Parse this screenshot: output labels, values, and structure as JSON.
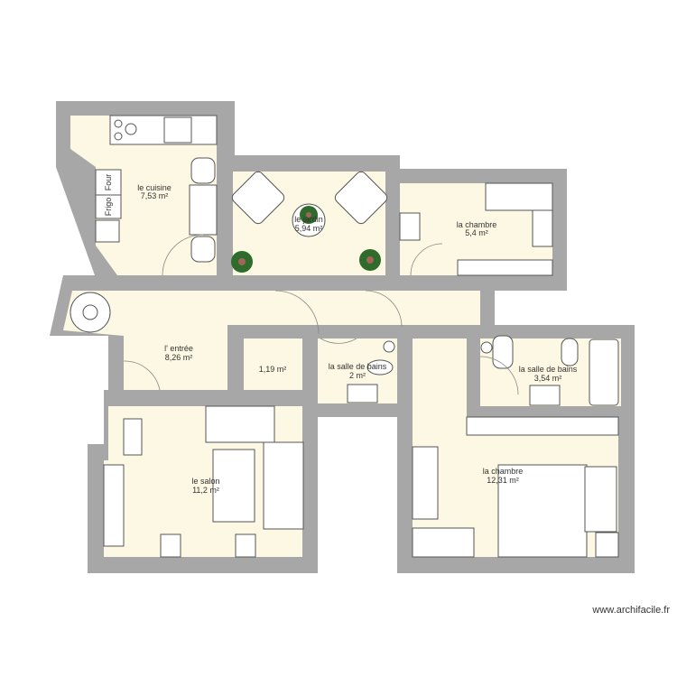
{
  "plan": {
    "rooms": [
      {
        "name": "le cuisine",
        "area": "7,53 m²"
      },
      {
        "name": "le jardin",
        "area": "5,94 m²"
      },
      {
        "name": "la chambre",
        "area": "5,4 m²"
      },
      {
        "name": "l' entrée",
        "area": "8,26 m²"
      },
      {
        "name": "",
        "area": "1,19 m²"
      },
      {
        "name": "la salle de bains",
        "area": "2 m²"
      },
      {
        "name": "la salle de bains",
        "area": "3,54 m²"
      },
      {
        "name": "le salon",
        "area": "11,2 m²"
      },
      {
        "name": "la chambre",
        "area": "12,31 m²"
      }
    ],
    "appliances": {
      "oven": "Four",
      "fridge": "Frigo"
    },
    "colors": {
      "wall": "#a7a7a7",
      "floor": "#fdf8e3",
      "plant": "#2f6b2a"
    }
  },
  "watermark": "www.archifacile.fr"
}
